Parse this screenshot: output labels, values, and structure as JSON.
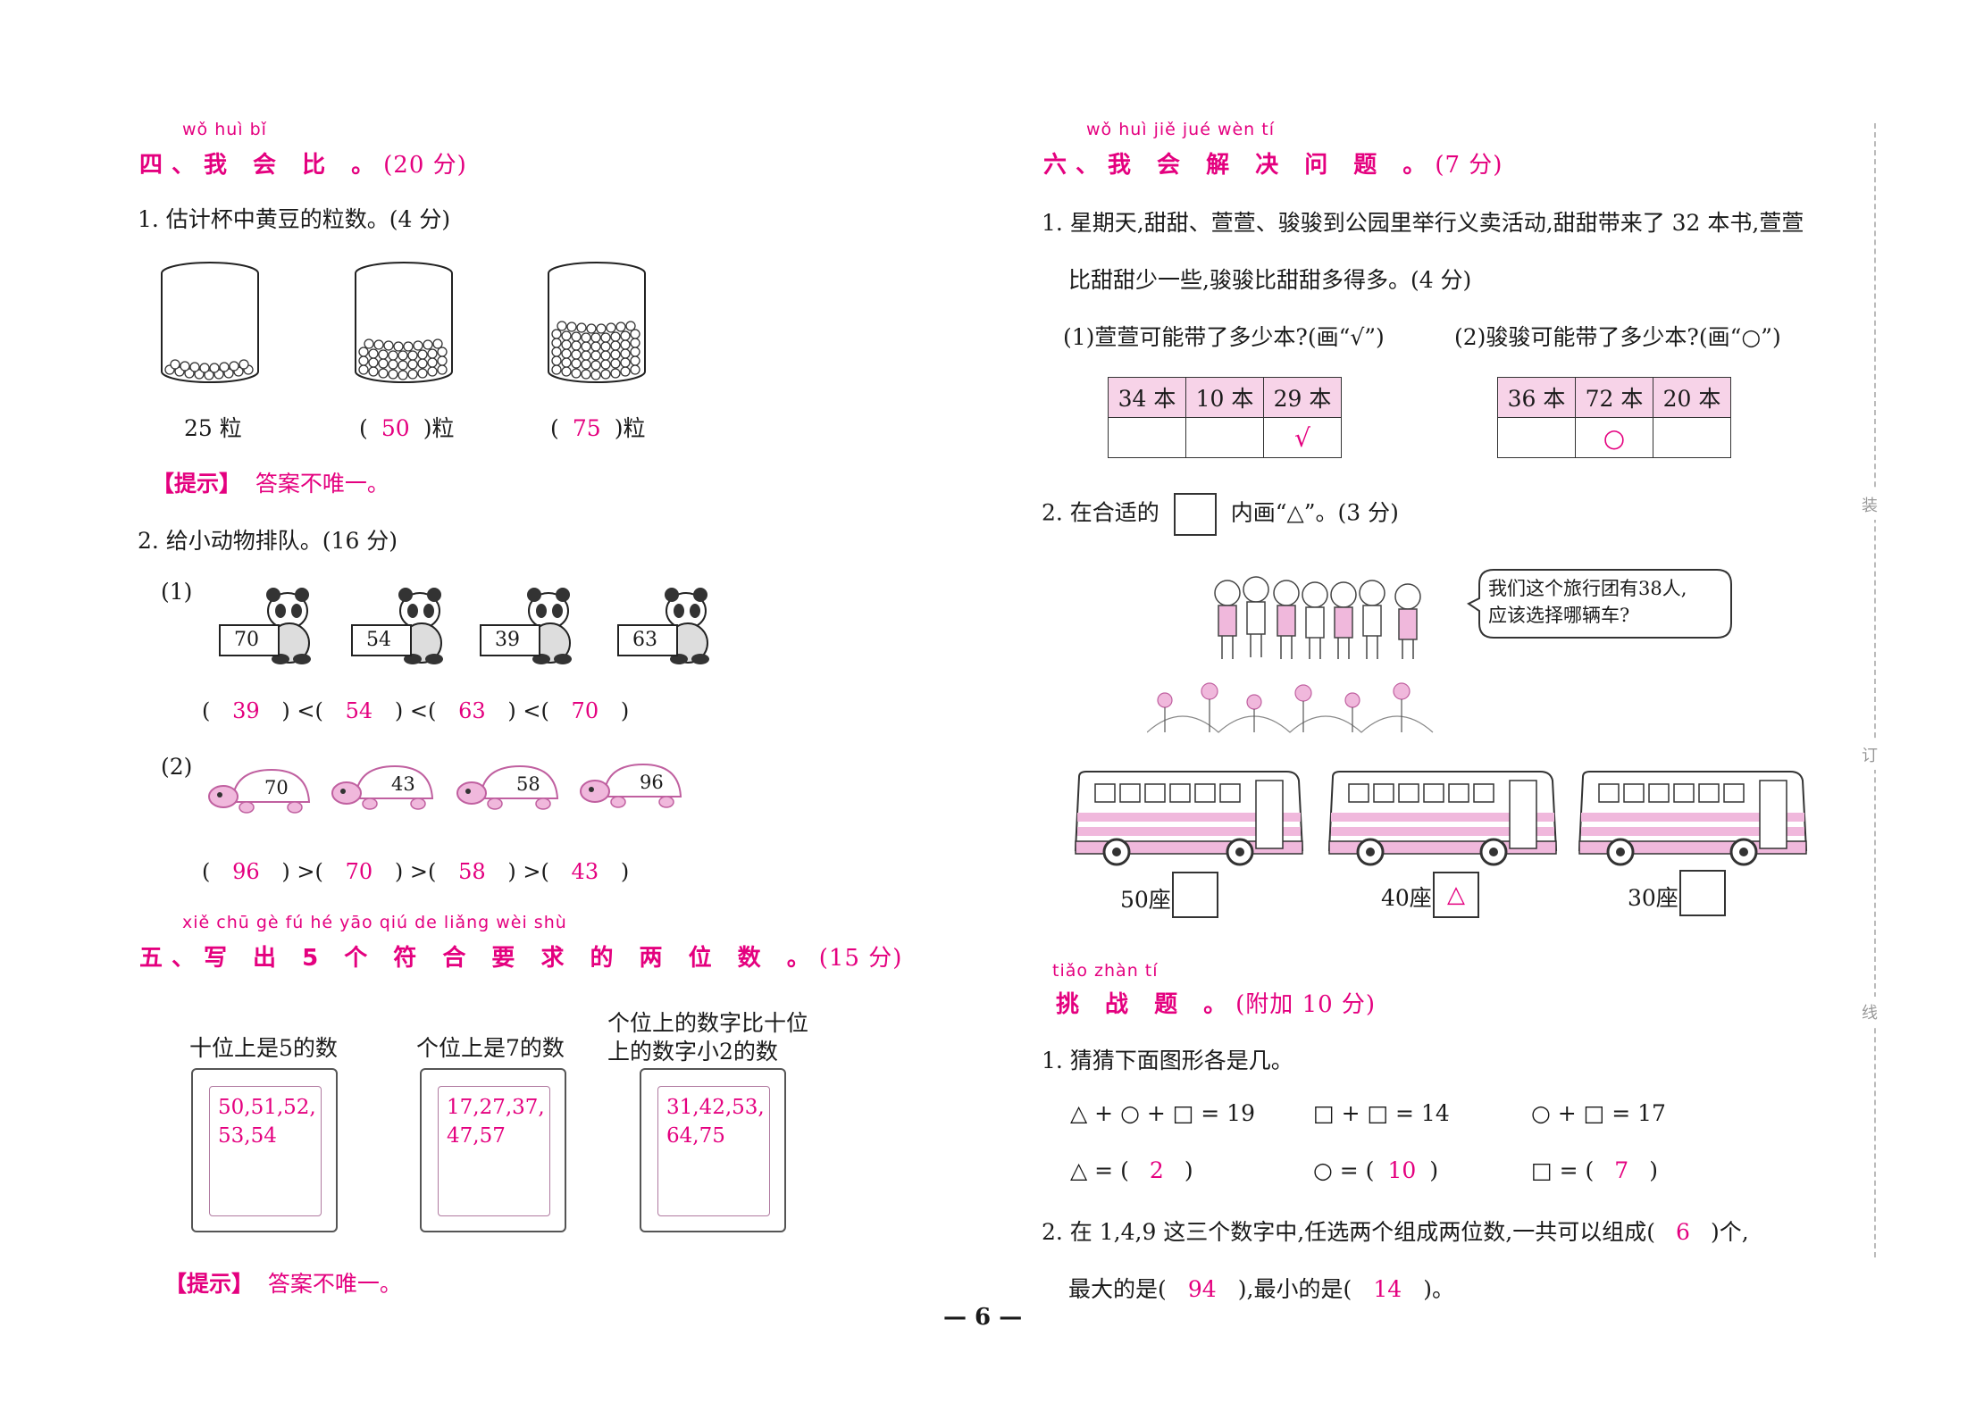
{
  "left": {
    "s4": {
      "pinyin": "wǒ huì bǐ",
      "title": "四、我 会 比 。",
      "points": "(20 分)",
      "q1": {
        "text": "1. 估计杯中黄豆的粒数。(4 分)",
        "cups": [
          {
            "label_pre": "",
            "answer": "25",
            "label_post": "粒"
          },
          {
            "label_pre": "(",
            "answer": "50",
            "label_post": ")粒"
          },
          {
            "label_pre": "(",
            "answer": "75",
            "label_post": ")粒"
          }
        ]
      },
      "hint1": {
        "tag": "【提示】",
        "text": "答案不唯一。"
      },
      "q2": {
        "text": "2. 给小动物排队。(16 分)",
        "p1": {
          "label": "(1)",
          "pandas": [
            "70",
            "54",
            "39",
            "63"
          ],
          "answers": [
            "39",
            "54",
            "63",
            "70"
          ],
          "op": "<"
        },
        "p2": {
          "label": "(2)",
          "turtles": [
            "70",
            "43",
            "58",
            "96"
          ],
          "answers": [
            "96",
            "70",
            "58",
            "43"
          ],
          "op": ">"
        }
      }
    },
    "s5": {
      "pinyin": "xiě chū     gè  fú  hé yāo qiú de liǎng wèi shù",
      "title": "五、写 出  5  个 符 合 要 求 的 两  位  数 。",
      "points": "(15 分)",
      "boxes": [
        {
          "label": "十位上是5的数",
          "answers": "50,51,52, 53,54"
        },
        {
          "label": "个位上是7的数",
          "answers": "17,27,37, 47,57"
        },
        {
          "label": "个位上的数字比十位上的数字小2的数",
          "answers": "31,42,53, 64,75"
        }
      ],
      "hint": {
        "tag": "【提示】",
        "text": "答案不唯一。"
      }
    }
  },
  "right": {
    "s6": {
      "pinyin": "wǒ huì jiě jué wèn  tí",
      "title": "六、我 会 解 决  问  题 。",
      "points": "(7 分)",
      "q1": {
        "line1": "1. 星期天,甜甜、萱萱、骏骏到公园里举行义卖活动,甜甜带来了 32 本书,萱萱",
        "line2": "比甜甜少一些,骏骏比甜甜多得多。(4 分)",
        "sub1": "(1)萱萱可能带了多少本?(画“√”)",
        "sub2": "(2)骏骏可能带了多少本?(画“○”)",
        "table1": {
          "headers": [
            "34 本",
            "10 本",
            "29 本"
          ],
          "marks": [
            "",
            "",
            "√"
          ]
        },
        "table2": {
          "headers": [
            "36 本",
            "72 本",
            "20 本"
          ],
          "marks": [
            "",
            "○",
            ""
          ]
        }
      },
      "q2": {
        "text_pre": "2. 在合适的",
        "text_post": "内画“△”。(3 分)",
        "speech_line1": "我们这个旅行团有38人,",
        "speech_line2": "应该选择哪辆车?",
        "buses": [
          {
            "label": "50座",
            "mark": ""
          },
          {
            "label": "40座",
            "mark": "△"
          },
          {
            "label": "30座",
            "mark": ""
          }
        ]
      }
    },
    "challenge": {
      "pinyin": "tiǎo zhàn  tí",
      "title": "挑  战  题 。",
      "points": "(附加 10 分)",
      "q1": {
        "text": "1. 猜猜下面图形各是几。",
        "eq1": "△ + ○ + □ = 19",
        "eq2": "□ + □ = 14",
        "eq3": "○ + □ = 17",
        "a1_pre": "△ = (",
        "a1": "2",
        "a1_post": ")",
        "a2_pre": "○ = (",
        "a2": "10",
        "a2_post": ")",
        "a3_pre": "□ = (",
        "a3": "7",
        "a3_post": ")"
      },
      "q2": {
        "pre": "2. 在 1,4,9 这三个数字中,任选两个组成两位数,一共可以组成(",
        "a1": "6",
        "post1": ")个,",
        "line2_pre": "最大的是(",
        "a2": "94",
        "line2_mid": "),最小的是(",
        "a3": "14",
        "line2_post": ")。"
      }
    }
  },
  "footer": {
    "page": "— 6 —"
  },
  "binding": [
    "装",
    "订",
    "线"
  ],
  "colors": {
    "accent": "#e4007f",
    "table_header": "#f7d3e8",
    "bus": "#f0b8dc"
  }
}
